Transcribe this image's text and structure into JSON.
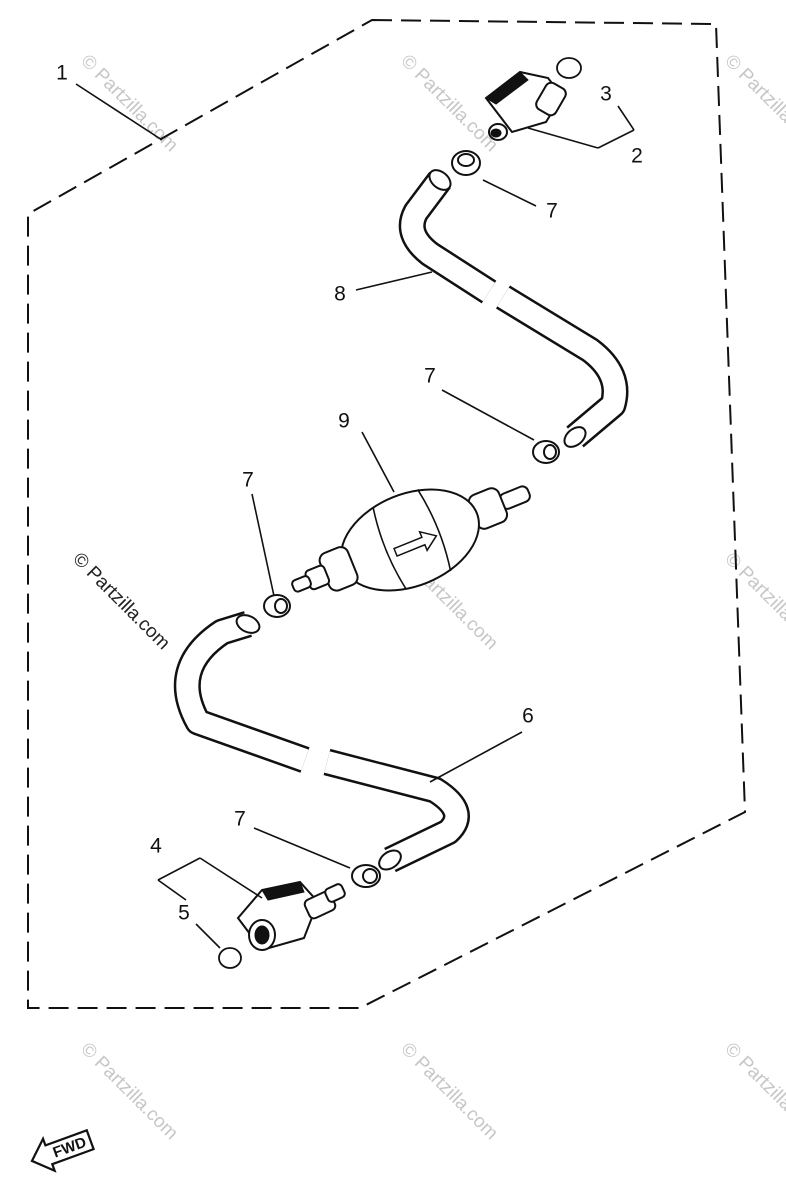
{
  "callouts": {
    "c1": "1",
    "c2": "2",
    "c3": "3",
    "c4": "4",
    "c5": "5",
    "c6": "6",
    "c7a": "7",
    "c7b": "7",
    "c7c": "7",
    "c7d": "7",
    "c8": "8",
    "c9": "9"
  },
  "fwd_label": "FWD",
  "watermark": "© Partzilla.com"
}
